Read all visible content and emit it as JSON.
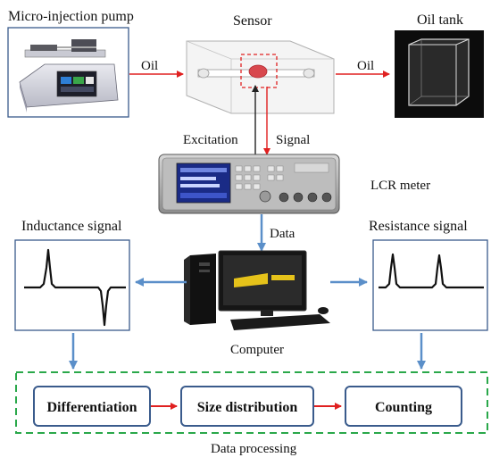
{
  "labels": {
    "pump": "Micro-injection pump",
    "sensor": "Sensor",
    "oil_tank": "Oil tank",
    "oil_in": "Oil",
    "oil_out": "Oil",
    "excitation": "Excitation",
    "signal": "Signal",
    "lcr_meter": "LCR meter",
    "data": "Data",
    "inductance_signal": "Inductance signal",
    "resistance_signal": "Resistance signal",
    "computer": "Computer",
    "data_processing": "Data processing"
  },
  "processing_steps": [
    "Differentiation",
    "Size distribution",
    "Counting"
  ],
  "colors": {
    "red_arrow": "#e02020",
    "blue_arrow": "#5b8fc9",
    "green_dashed": "#2aa84a",
    "box_border": "#3a5b8c"
  }
}
